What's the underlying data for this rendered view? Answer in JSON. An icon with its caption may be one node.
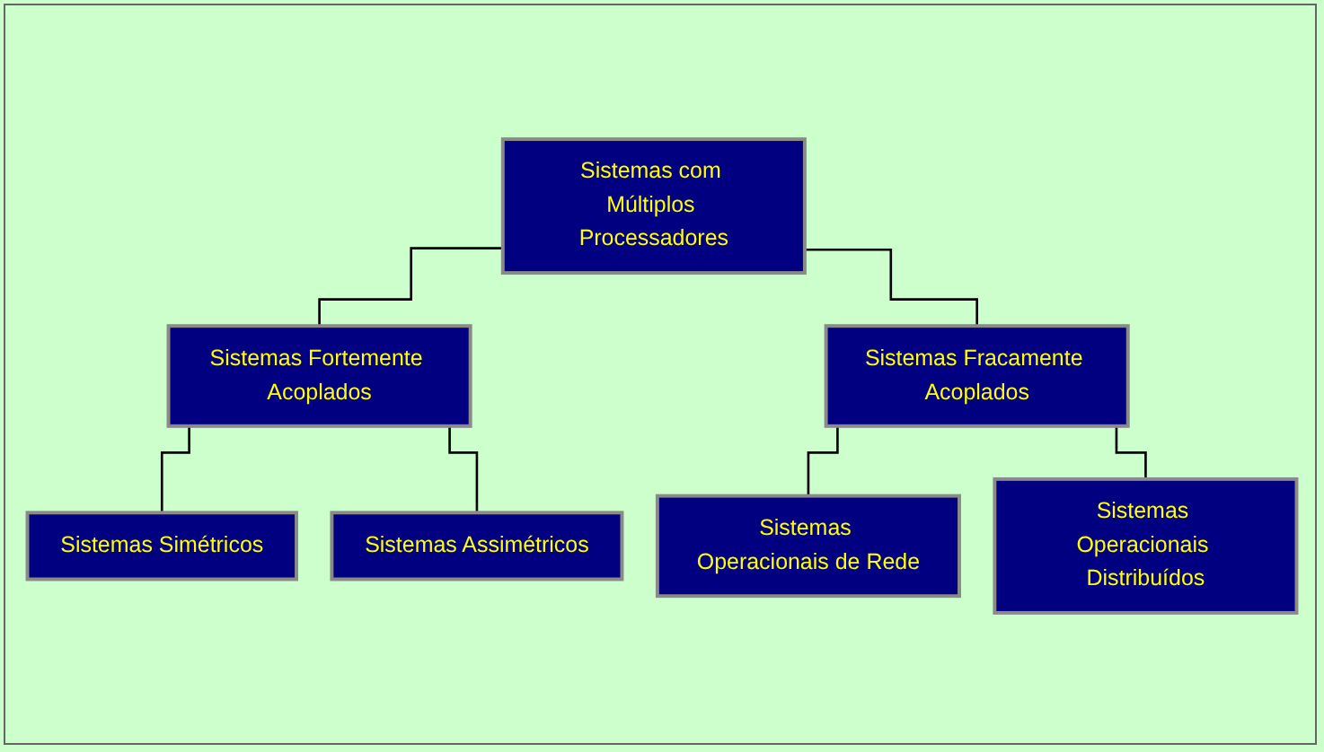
{
  "diagram": {
    "nodes": [
      {
        "text": [
          "Sistemas com Múltiplos Processadores"
        ]
      },
      {
        "text": [
          "Sistemas Fortemente Acoplados"
        ]
      },
      {
        "text": [
          "Sistemas Fracamente Acoplados"
        ]
      },
      {
        "text": [
          "Sistemas Simétricos"
        ]
      },
      {
        "text": [
          "Sistemas Assimétricos"
        ]
      },
      {
        "text": [
          "Sistemas Operacionais de Rede"
        ]
      },
      {
        "text": [
          "Sistemas Operacionais Distribuídos"
        ]
      }
    ],
    "edges": [
      {
        "from": 0,
        "to": 1,
        "arrow": "none"
      },
      {
        "from": 0,
        "to": 2,
        "arrow": "none"
      },
      {
        "from": 1,
        "to": 3,
        "arrow": "none"
      },
      {
        "from": 1,
        "to": 4,
        "arrow": "none"
      },
      {
        "from": 2,
        "to": 5,
        "arrow": "none"
      },
      {
        "from": 2,
        "to": 6,
        "arrow": "none"
      }
    ]
  }
}
